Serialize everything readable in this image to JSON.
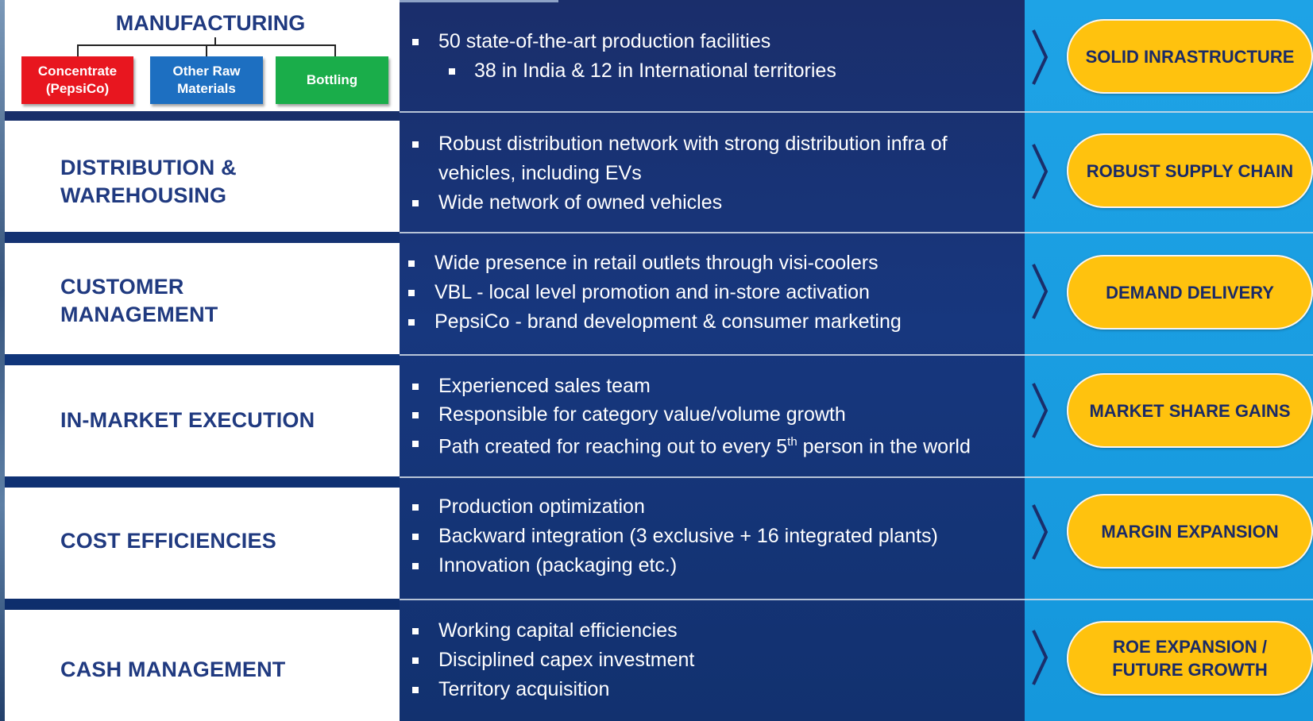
{
  "manufacturing": {
    "title": "MANUFACTURING",
    "boxes": [
      {
        "label": "Concentrate (PepsiCo)",
        "color": "#e8161f"
      },
      {
        "label": "Other Raw Materials",
        "color": "#1d6fc1"
      },
      {
        "label": "Bottling",
        "color": "#1aad4a"
      }
    ],
    "bullets": [
      "50 state-of-the-art production facilities"
    ],
    "sub_bullets": [
      "38 in India & 12 in International territories"
    ],
    "outcome": "SOLID INRASTRUCTURE"
  },
  "distribution": {
    "title_line1": "DISTRIBUTION &",
    "title_line2": "WAREHOUSING",
    "bullets": [
      "Robust distribution network with strong distribution infra of vehicles, including EVs",
      "Wide network of owned vehicles"
    ],
    "outcome": "ROBUST SUPPLY CHAIN"
  },
  "customer": {
    "title_line1": "CUSTOMER",
    "title_line2": "MANAGEMENT",
    "bullets": [
      "Wide presence in retail outlets through visi-coolers",
      "VBL - local level promotion and in-store activation",
      "PepsiCo - brand development & consumer marketing"
    ],
    "outcome": "DEMAND DELIVERY"
  },
  "in_market": {
    "title": "IN-MARKET EXECUTION",
    "bullets": [
      "Experienced sales team",
      "Responsible for category value/volume growth"
    ],
    "bullet3_pre": "Path created for reaching out to every 5",
    "bullet3_sup": "th",
    "bullet3_post": " person in the world",
    "outcome": "MARKET SHARE GAINS"
  },
  "cost": {
    "title": "COST EFFICIENCIES",
    "bullets": [
      "Production optimization",
      "Backward integration (3 exclusive + 16 integrated plants)",
      "Innovation (packaging etc.)"
    ],
    "outcome": "MARGIN EXPANSION"
  },
  "cash": {
    "title": "CASH MANAGEMENT",
    "bullets": [
      "Working capital efficiencies",
      "Disciplined capex investment",
      "Territory acquisition"
    ],
    "outcome_line1": "ROE EXPANSION /",
    "outcome_line2": "FUTURE GROWTH"
  },
  "colors": {
    "accent_yellow": "#ffc20e",
    "label_navy": "#203a80",
    "panel_blue": "#1ea3e6"
  }
}
